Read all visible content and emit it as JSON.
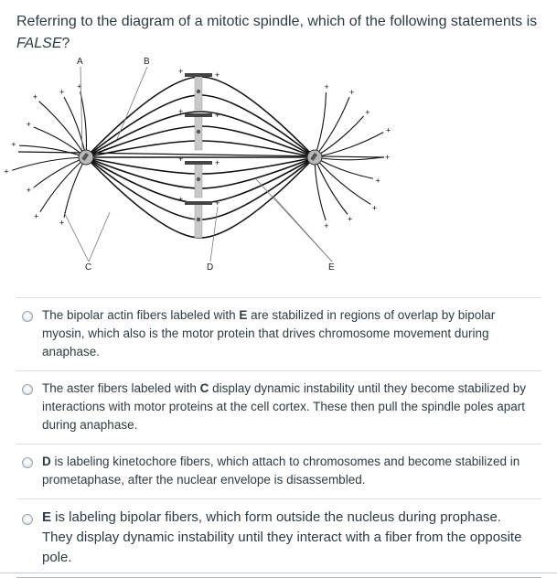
{
  "question": {
    "text_before": "Referring to the diagram of a mitotic spindle, which of the following statements is ",
    "emphasis": "FALSE",
    "text_after": "?"
  },
  "diagram": {
    "labels": {
      "a": "A",
      "b": "B",
      "c": "C",
      "d": "D",
      "e": "E"
    },
    "plus_sign": "+"
  },
  "answers": [
    {
      "before": "The bipolar actin fibers labeled with ",
      "bold": "E",
      "after": " are stabilized in regions of overlap by bipolar myosin, which also is the motor protein that drives chromosome movement during anaphase."
    },
    {
      "before": "The aster fibers labeled with ",
      "bold": "C",
      "after": " display dynamic instability until they become stabilized by interactions with motor proteins at the cell cortex. These then pull the spindle poles apart during anaphase."
    },
    {
      "before": "",
      "bold": "D",
      "after": " is labeling kinetochore fibers, which attach to chromosomes and become stabilized in prometaphase, after the nuclear envelope is disassembled."
    },
    {
      "before": "",
      "bold": "E",
      "after": " is labeling bipolar fibers, which form outside the nucleus during prophase. They display dynamic instability until they interact with a fiber from the opposite pole."
    }
  ],
  "colors": {
    "text": "#2d3b45",
    "divider": "#dcdfe2",
    "centrosome": "#b8b8b8"
  }
}
